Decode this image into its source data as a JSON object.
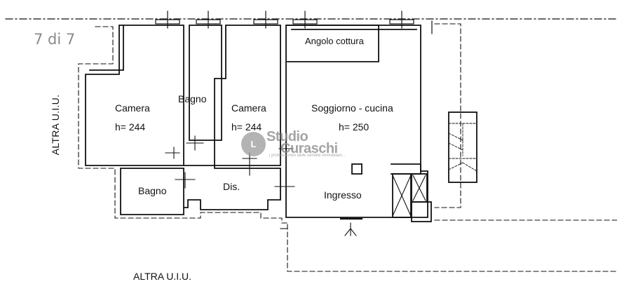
{
  "pager": "7 di 7",
  "rooms": {
    "camera_1_name": "Camera",
    "camera_1_height": "h= 244",
    "bagno_1": "Bagno",
    "camera_2_name": "Camera",
    "camera_2_height": "h= 244",
    "soggiorno_name": "Soggiorno - cucina",
    "soggiorno_height": "h= 250",
    "angolo_cottura": "Angolo cottura",
    "bagno_2": "Bagno",
    "disimpegno": "Dis.",
    "ingresso": "Ingresso"
  },
  "neighbors": {
    "left": "ALTRA U.I.U.",
    "bottom": "ALTRA U.I.U."
  },
  "watermark": {
    "logo_letter": "L",
    "line1": "Studio",
    "line2": "Curaschi",
    "tagline": "i professionisti delle vendite immobiliari..."
  }
}
